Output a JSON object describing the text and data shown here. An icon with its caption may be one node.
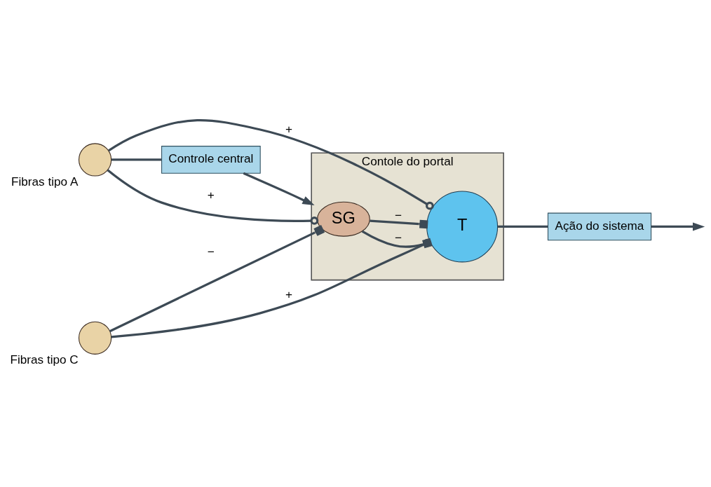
{
  "diagram": {
    "nodes": [
      {
        "text": [
          "Controle central"
        ]
      },
      {
        "text": [
          "Contole do portal"
        ]
      },
      {
        "text": [
          "SG"
        ],
        "in": 1
      },
      {
        "text": [
          "T"
        ],
        "in": 1
      },
      {
        "text": [
          "Ação do sistema"
        ]
      },
      {
        "text": [],
        "shape": "circle",
        "beside": [
          "Fibras tipo A"
        ]
      },
      {
        "text": [],
        "shape": "circle",
        "beside": [
          "Fibras tipo C"
        ]
      }
    ],
    "edges": [
      {
        "from": 5,
        "to": 0,
        "arrow": "none"
      },
      {
        "from": 0,
        "to": 1,
        "arrow": "to"
      },
      {
        "from": 5,
        "to": 2,
        "arrow": "other",
        "label": "+"
      },
      {
        "from": 5,
        "to": 3,
        "arrow": "other",
        "label": "+"
      },
      {
        "from": 6,
        "to": 2,
        "arrow": "other",
        "label": "−"
      },
      {
        "from": 6,
        "to": 3,
        "arrow": "other",
        "label": "+"
      },
      {
        "from": 2,
        "to": 3,
        "arrow": "other",
        "label": "−"
      },
      {
        "from": 2,
        "to": 3,
        "arrow": "other",
        "label": "−"
      },
      {
        "from": 3,
        "to": 4,
        "arrow": "none"
      },
      {
        "from": 4,
        "to": null,
        "arrow": "to"
      }
    ]
  }
}
